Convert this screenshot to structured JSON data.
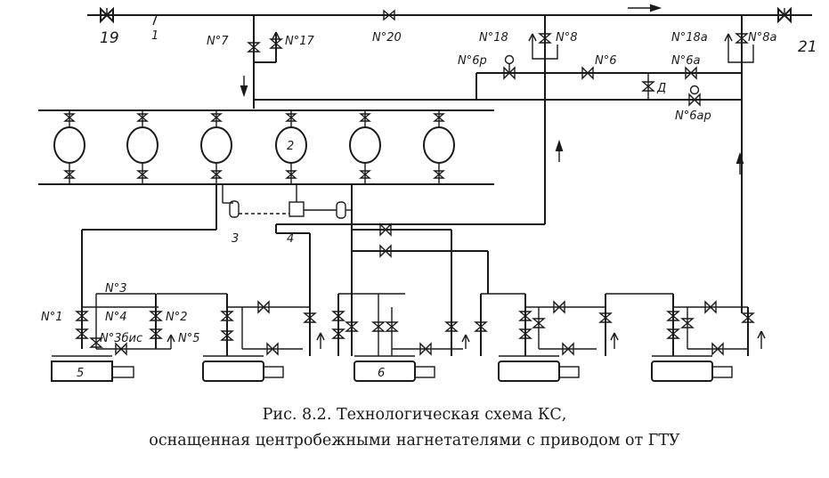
{
  "diagram": {
    "labels": {
      "valve_19": "19",
      "line_1": "1",
      "valve_7": "N°7",
      "valve_17": "N°17",
      "valve_20": "N°20",
      "valve_18": "N°18",
      "valve_8": "N°8",
      "valve_18a": "N°18а",
      "valve_8a": "N°8а",
      "valve_21": "21",
      "valve_6r": "N°6р",
      "valve_6": "N°6",
      "valve_6a": "N°6а",
      "valve_d": "Д",
      "valve_6ar": "N°6ар",
      "separator_2": "2",
      "item_3": "3",
      "item_4": "4",
      "valve_3": "N°3",
      "valve_1": "N°1",
      "valve_4": "N°4",
      "valve_2": "N°2",
      "valve_3bis": "N°3бис",
      "valve_5": "N°5",
      "unit_5": "5",
      "unit_6": "6"
    }
  },
  "caption": {
    "line1": "Рис. 8.2. Технологическая схема КС,",
    "line2": "оснащенная центробежными нагнетателями с приводом от ГТУ"
  }
}
